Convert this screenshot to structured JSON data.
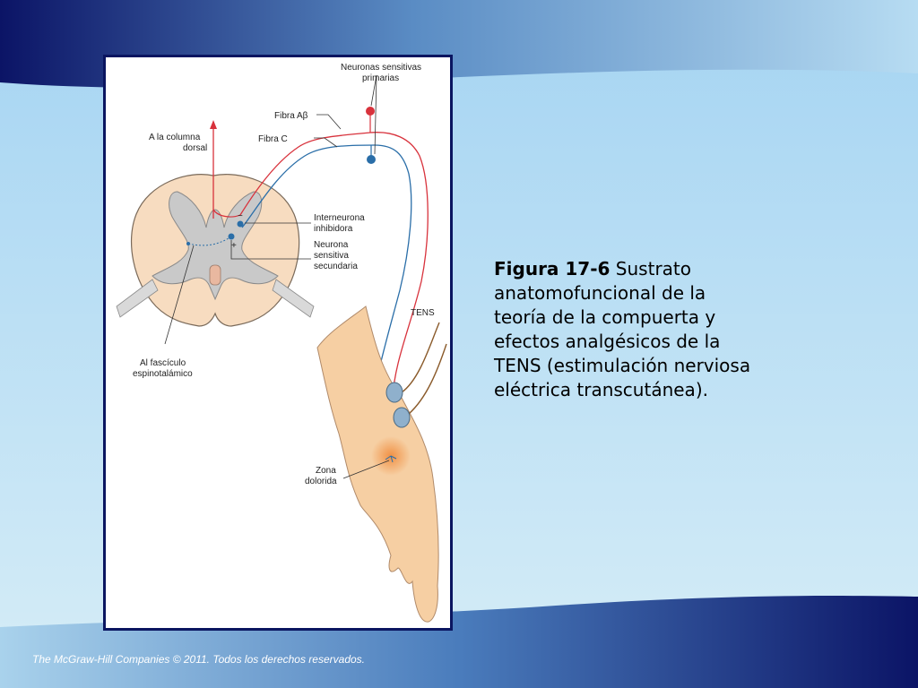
{
  "slide": {
    "caption_bold": "Figura 17-6",
    "caption_text": " Sustrato anatomofuncional de la teoría de la compuerta y efectos analgésicos de la TENS (estimulación nerviosa eléctrica transcutánea).",
    "footer": "The McGraw-Hill Companies © 2011. Todos los derechos reservados."
  },
  "diagram": {
    "labels": {
      "primary_neurons_1": "Neuronas sensitivas",
      "primary_neurons_2": "primarias",
      "fiber_ab": "Fibra Aβ",
      "fiber_c": "Fibra C",
      "dorsal_column_1": "A la columna",
      "dorsal_column_2": "dorsal",
      "interneuron_1": "Interneurona",
      "interneuron_2": "inhibidora",
      "secondary_1": "Neurona",
      "secondary_2": "sensitiva",
      "secondary_3": "secundaria",
      "tens": "TENS",
      "spinothalamic_1": "Al fascículo",
      "spinothalamic_2": "espinotalámico",
      "pain_zone_1": "Zona",
      "pain_zone_2": "dolorida",
      "minus_sign": "−",
      "plus_sign": "+"
    },
    "colors": {
      "ab_fiber": "#d8323c",
      "c_fiber": "#2a6ea8",
      "skin": "#f6cfa3",
      "frame": "#0a1560"
    }
  }
}
